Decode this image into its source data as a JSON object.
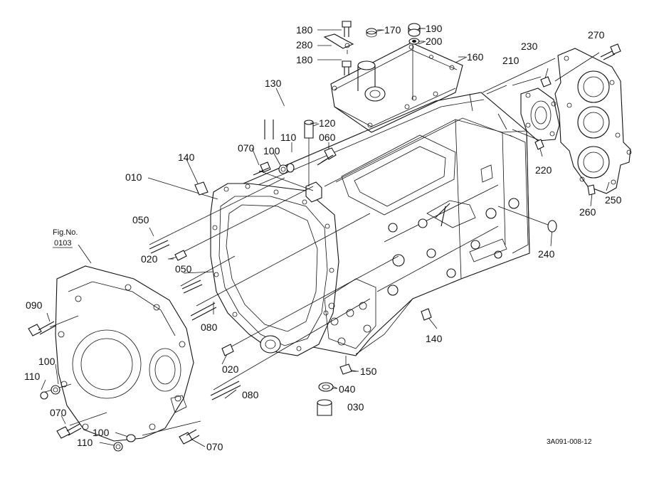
{
  "diagram": {
    "code": "3A091-008-12",
    "fig_ref": {
      "line1": "Fig.No.",
      "line2": "0103"
    },
    "callouts": [
      {
        "id": "c180a",
        "text": "180"
      },
      {
        "id": "c170",
        "text": "170"
      },
      {
        "id": "c190",
        "text": "190"
      },
      {
        "id": "c280",
        "text": "280"
      },
      {
        "id": "c200",
        "text": "200"
      },
      {
        "id": "c180b",
        "text": "180"
      },
      {
        "id": "c160",
        "text": "160"
      },
      {
        "id": "c270",
        "text": "270"
      },
      {
        "id": "c230",
        "text": "230"
      },
      {
        "id": "c210",
        "text": "210"
      },
      {
        "id": "c130",
        "text": "130"
      },
      {
        "id": "c120",
        "text": "120"
      },
      {
        "id": "c110a",
        "text": "110"
      },
      {
        "id": "c060",
        "text": "060"
      },
      {
        "id": "c070a",
        "text": "070"
      },
      {
        "id": "c100a",
        "text": "100"
      },
      {
        "id": "c140a",
        "text": "140"
      },
      {
        "id": "c010",
        "text": "010"
      },
      {
        "id": "c220",
        "text": "220"
      },
      {
        "id": "c250",
        "text": "250"
      },
      {
        "id": "c260",
        "text": "260"
      },
      {
        "id": "c050a",
        "text": "050"
      },
      {
        "id": "c020a",
        "text": "020"
      },
      {
        "id": "c050b",
        "text": "050"
      },
      {
        "id": "c240",
        "text": "240"
      },
      {
        "id": "c090",
        "text": "090"
      },
      {
        "id": "c080a",
        "text": "080"
      },
      {
        "id": "c140b",
        "text": "140"
      },
      {
        "id": "c100b",
        "text": "100"
      },
      {
        "id": "c110b",
        "text": "110"
      },
      {
        "id": "c020b",
        "text": "020"
      },
      {
        "id": "c150",
        "text": "150"
      },
      {
        "id": "c080b",
        "text": "080"
      },
      {
        "id": "c040",
        "text": "040"
      },
      {
        "id": "c070b",
        "text": "070"
      },
      {
        "id": "c030",
        "text": "030"
      },
      {
        "id": "c100c",
        "text": "100"
      },
      {
        "id": "c110c",
        "text": "110"
      },
      {
        "id": "c070c",
        "text": "070"
      }
    ]
  }
}
